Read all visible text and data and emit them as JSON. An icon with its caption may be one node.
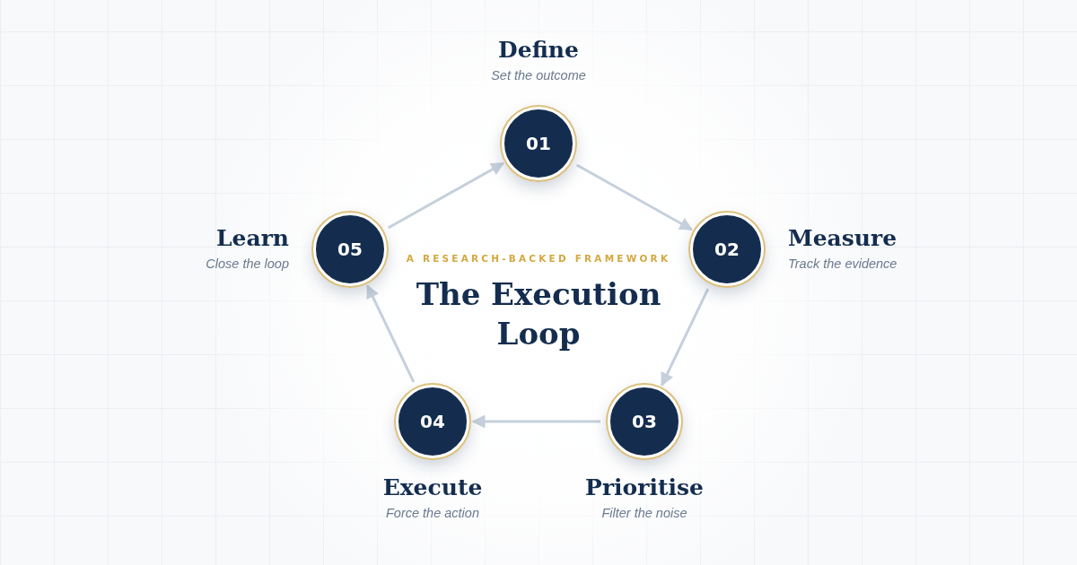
{
  "diagram": {
    "title": "The Execution Loop",
    "nodes": [
      {
        "text": [
          "01"
        ],
        "beside": [
          "Define",
          "Set the outcome"
        ]
      },
      {
        "text": [
          "02"
        ],
        "beside": [
          "Measure",
          "Track the evidence"
        ]
      },
      {
        "text": [
          "03"
        ],
        "beside": [
          "Prioritise",
          "Filter the noise"
        ]
      },
      {
        "text": [
          "04"
        ],
        "beside": [
          "Execute",
          "Force the action"
        ]
      },
      {
        "text": [
          "05"
        ],
        "beside": [
          "Learn",
          "Close the loop"
        ]
      }
    ],
    "edges": [
      {
        "from": 0,
        "to": 1,
        "arrow": "to"
      },
      {
        "from": 1,
        "to": 2,
        "arrow": "to"
      },
      {
        "from": 2,
        "to": 3,
        "arrow": "to"
      },
      {
        "from": 3,
        "to": 4,
        "arrow": "to"
      },
      {
        "from": 4,
        "to": 0,
        "arrow": "to"
      }
    ],
    "labels": [
      "A RESEARCH-BACKED FRAMEWORK"
    ]
  }
}
